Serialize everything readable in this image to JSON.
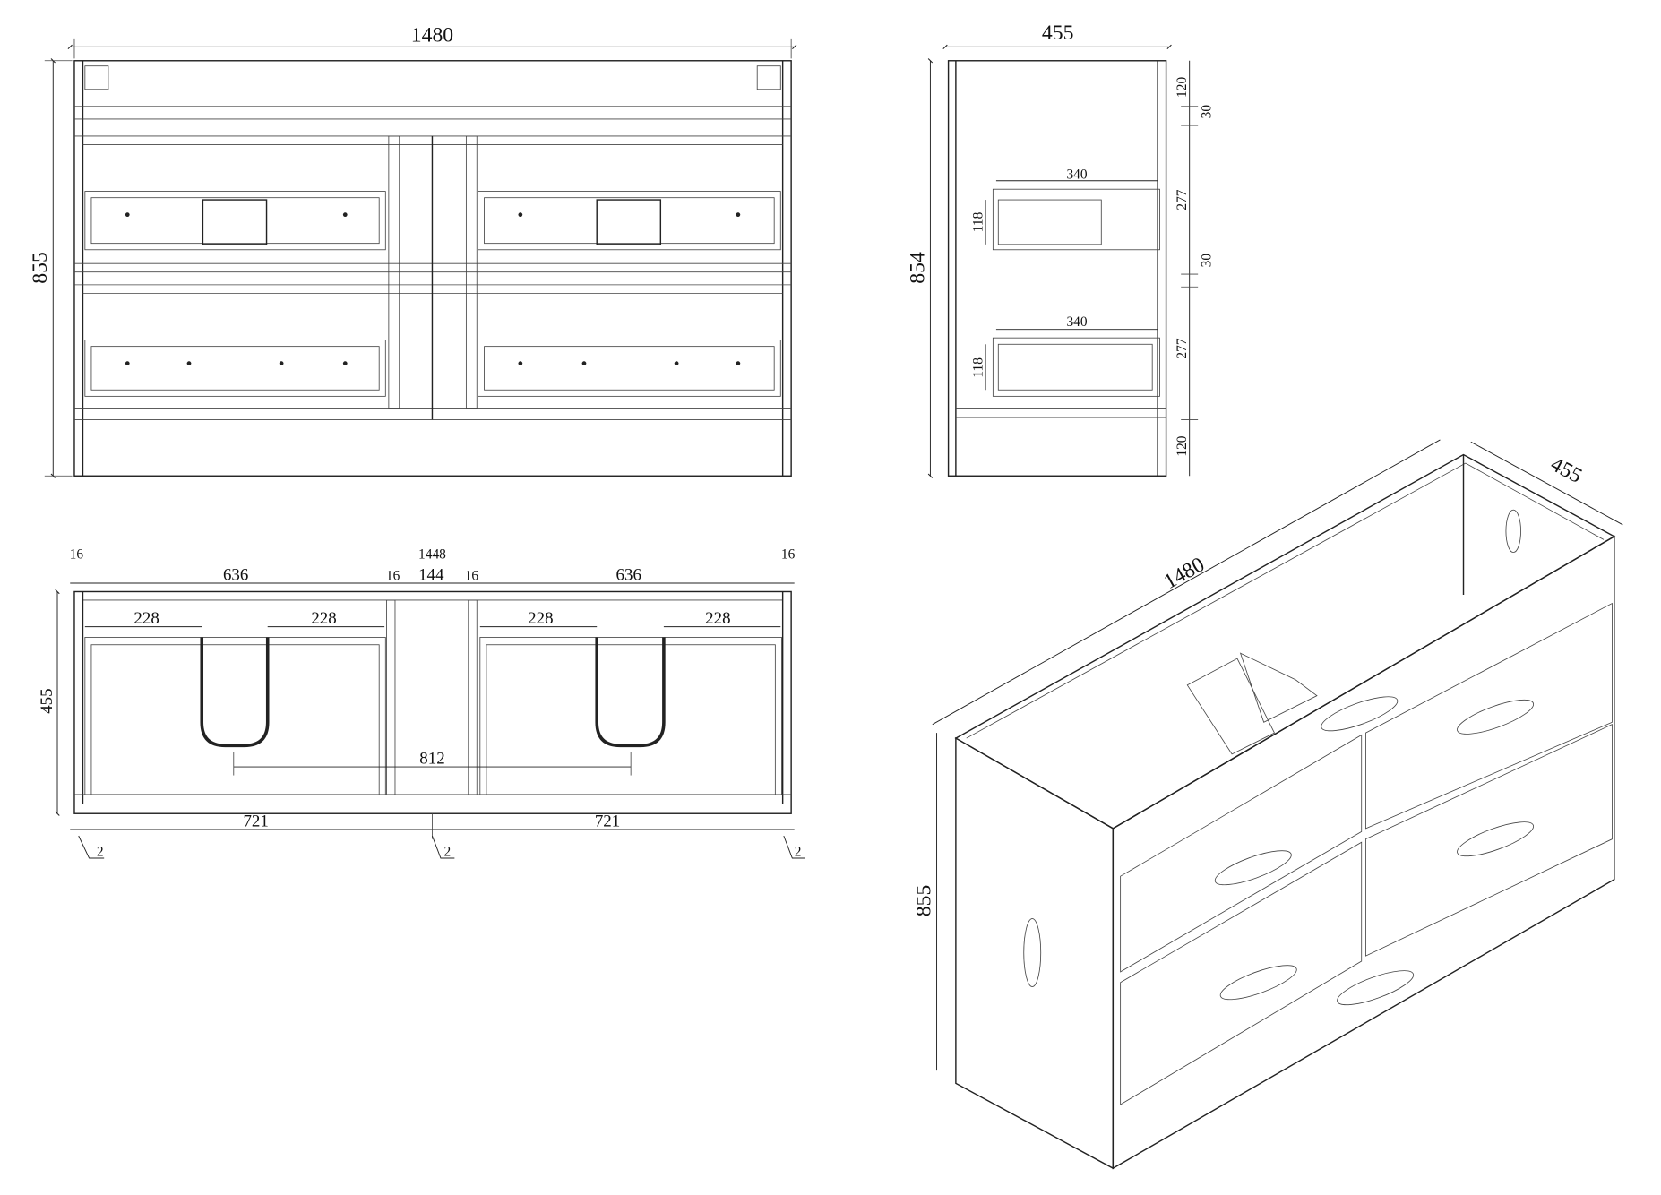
{
  "front_view": {
    "width": "1480",
    "height": "855"
  },
  "side_view": {
    "depth": "455",
    "height": "854",
    "top_rail": "120",
    "gap_top": "30",
    "drawer_top_height": "277",
    "drawer_top_width": "340",
    "drawer_top_box": "118",
    "gap_mid": "30",
    "drawer_bottom_height": "277",
    "drawer_bottom_width": "340",
    "drawer_bottom_box": "118",
    "bottom_rail": "120"
  },
  "plan_view": {
    "overall_inner": "1448",
    "edge_left": "16",
    "edge_right": "16",
    "bay_left": "636",
    "bay_right": "636",
    "panel_a": "16",
    "center_gap": "144",
    "panel_b": "16",
    "cutouts": [
      "228",
      "228",
      "228",
      "228"
    ],
    "depth": "455",
    "sink_spacing": "812",
    "half_left": "721",
    "half_right": "721",
    "gap_labels": [
      "2",
      "2",
      "2"
    ]
  },
  "iso_view": {
    "width": "1480",
    "depth": "455",
    "height": "855"
  }
}
